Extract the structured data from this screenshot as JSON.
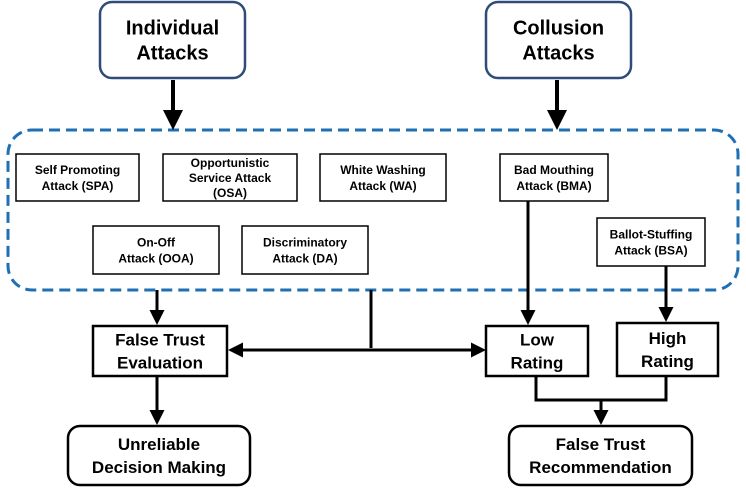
{
  "nodes": {
    "individual": {
      "lines": [
        "Individual",
        "Attacks"
      ]
    },
    "collusion": {
      "lines": [
        "Collusion",
        "Attacks"
      ]
    },
    "spa": {
      "lines": [
        "Self Promoting",
        "Attack (SPA)"
      ]
    },
    "osa": {
      "lines": [
        "Opportunistic",
        "Service Attack",
        "(OSA)"
      ]
    },
    "wa": {
      "lines": [
        "White Washing",
        "Attack (WA)"
      ]
    },
    "bma": {
      "lines": [
        "Bad Mouthing",
        "Attack (BMA)"
      ]
    },
    "ooa": {
      "lines": [
        "On-Off",
        "Attack (OOA)"
      ]
    },
    "da": {
      "lines": [
        "Discriminatory",
        "Attack (DA)"
      ]
    },
    "bsa": {
      "lines": [
        "Ballot-Stuffing",
        "Attack (BSA)"
      ]
    },
    "fte": {
      "lines": [
        "False Trust",
        "Evaluation"
      ]
    },
    "low": {
      "lines": [
        "Low",
        "Rating"
      ]
    },
    "high": {
      "lines": [
        "High",
        "Rating"
      ]
    },
    "udm": {
      "lines": [
        "Unreliable",
        "Decision Making"
      ]
    },
    "ftr": {
      "lines": [
        "False Trust",
        "Recommendation"
      ]
    }
  },
  "colors": {
    "top_box_border": "#2f4b7c",
    "group_border": "#1f6fb5",
    "box_border": "#000000",
    "text": "#000000",
    "background": "#ffffff"
  }
}
